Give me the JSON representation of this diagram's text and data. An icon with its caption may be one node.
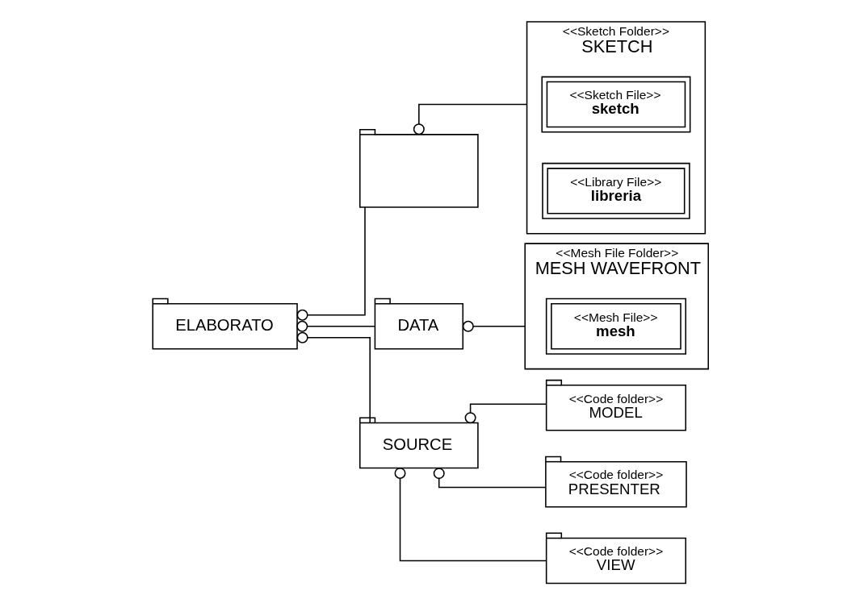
{
  "diagram": {
    "nodes": [
      {
        "text": [
          "ELABORATO"
        ]
      },
      {
        "text": [],
        "shape": "box"
      },
      {
        "text": [
          "<<Sketch Folder>>",
          "SKETCH"
        ]
      },
      {
        "text": [
          "<<Sketch File>>",
          "sketch"
        ],
        "in": 2
      },
      {
        "text": [
          "<<Library File>>",
          "libreria"
        ],
        "in": 2
      },
      {
        "text": [
          "DATA"
        ]
      },
      {
        "text": [
          "<<Mesh File Folder>>",
          "MESH WAVEFRONT"
        ]
      },
      {
        "text": [
          "<<Mesh File>>",
          "mesh"
        ],
        "in": 6
      },
      {
        "text": [
          "SOURCE"
        ]
      },
      {
        "text": [
          "<<Code folder>>",
          "MODEL"
        ]
      },
      {
        "text": [
          "<<Code folder>>",
          "PRESENTER"
        ]
      },
      {
        "text": [
          "<<Code folder>>",
          "VIEW"
        ]
      }
    ],
    "edges": [
      {
        "from": 0,
        "to": 1,
        "arrow": "other"
      },
      {
        "from": 0,
        "to": 5,
        "arrow": "other"
      },
      {
        "from": 0,
        "to": 8,
        "arrow": "other"
      },
      {
        "from": 1,
        "to": 2,
        "arrow": "other"
      },
      {
        "from": 5,
        "to": 6,
        "arrow": "other"
      },
      {
        "from": 8,
        "to": 9,
        "arrow": "other"
      },
      {
        "from": 8,
        "to": 10,
        "arrow": "other"
      },
      {
        "from": 8,
        "to": 11,
        "arrow": "other"
      }
    ]
  }
}
